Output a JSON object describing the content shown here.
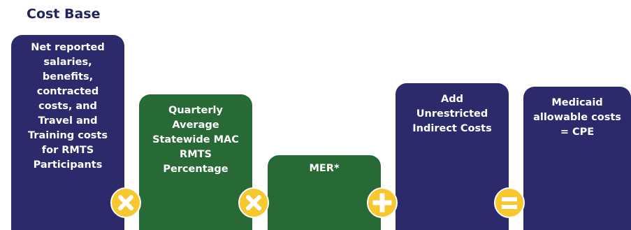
{
  "title": "Cost Base",
  "boxes": [
    {
      "lines": [
        "Net reported",
        "salaries,",
        "benefits,",
        "contracted",
        "costs, and",
        "Travel and",
        "Training costs",
        "for RMTS",
        "Participants"
      ]
    },
    {
      "lines": [
        "Quarterly",
        "Average",
        "Statewide MAC",
        "RMTS",
        "Percentage"
      ]
    },
    {
      "lines": [
        "MER*"
      ]
    },
    {
      "lines": [
        "Add",
        "Unrestricted",
        "Indirect Costs"
      ]
    },
    {
      "lines": [
        "Medicaid",
        "allowable costs",
        "= CPE"
      ]
    }
  ],
  "operators": [
    {
      "symbol": "multiply-icon"
    },
    {
      "symbol": "multiply-icon"
    },
    {
      "symbol": "plus-icon"
    },
    {
      "symbol": "equals-icon"
    }
  ],
  "colors": {
    "navy": "#2b2a6b",
    "green": "#286a36",
    "operator": "#f7c72e",
    "title": "#22255b"
  }
}
